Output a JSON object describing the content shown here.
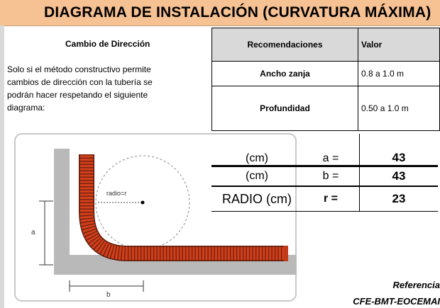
{
  "header": {
    "title": "DIAGRAMA DE INSTALACIÓN (CURVATURA MÁXIMA)"
  },
  "section": {
    "title": "Cambio de Dirección",
    "intro_lines": [
      "Solo si el método constructivo permite",
      "cambios de dirección con la tubería se",
      "podrán hacer respetando el siguiente",
      "diagrama:"
    ]
  },
  "diagram": {
    "radius_label": "radio=r",
    "dim_a": "a",
    "dim_b": "b"
  },
  "recommendations": {
    "col_rec": "Recomendaciones",
    "col_val": "Valor",
    "rows": [
      {
        "label": "Ancho zanja",
        "value": "0.8 a 1.0 m"
      },
      {
        "label": "Profundidad",
        "value": "0.50 a 1.0 m"
      }
    ]
  },
  "dimensions": [
    {
      "unit": "(cm)",
      "symbol": "a =",
      "value": "43"
    },
    {
      "unit": "(cm)",
      "symbol": "b =",
      "value": "43"
    },
    {
      "unit": "RADIO (cm)",
      "symbol": "r =",
      "value": "23"
    }
  ],
  "reference": {
    "line1": "Referencia",
    "line2": "CFE-BMT-EOCEMAI"
  },
  "colors": {
    "header_bg": "#f6c193",
    "pipe": "#d2401d",
    "ground": "#b9b9b9"
  }
}
